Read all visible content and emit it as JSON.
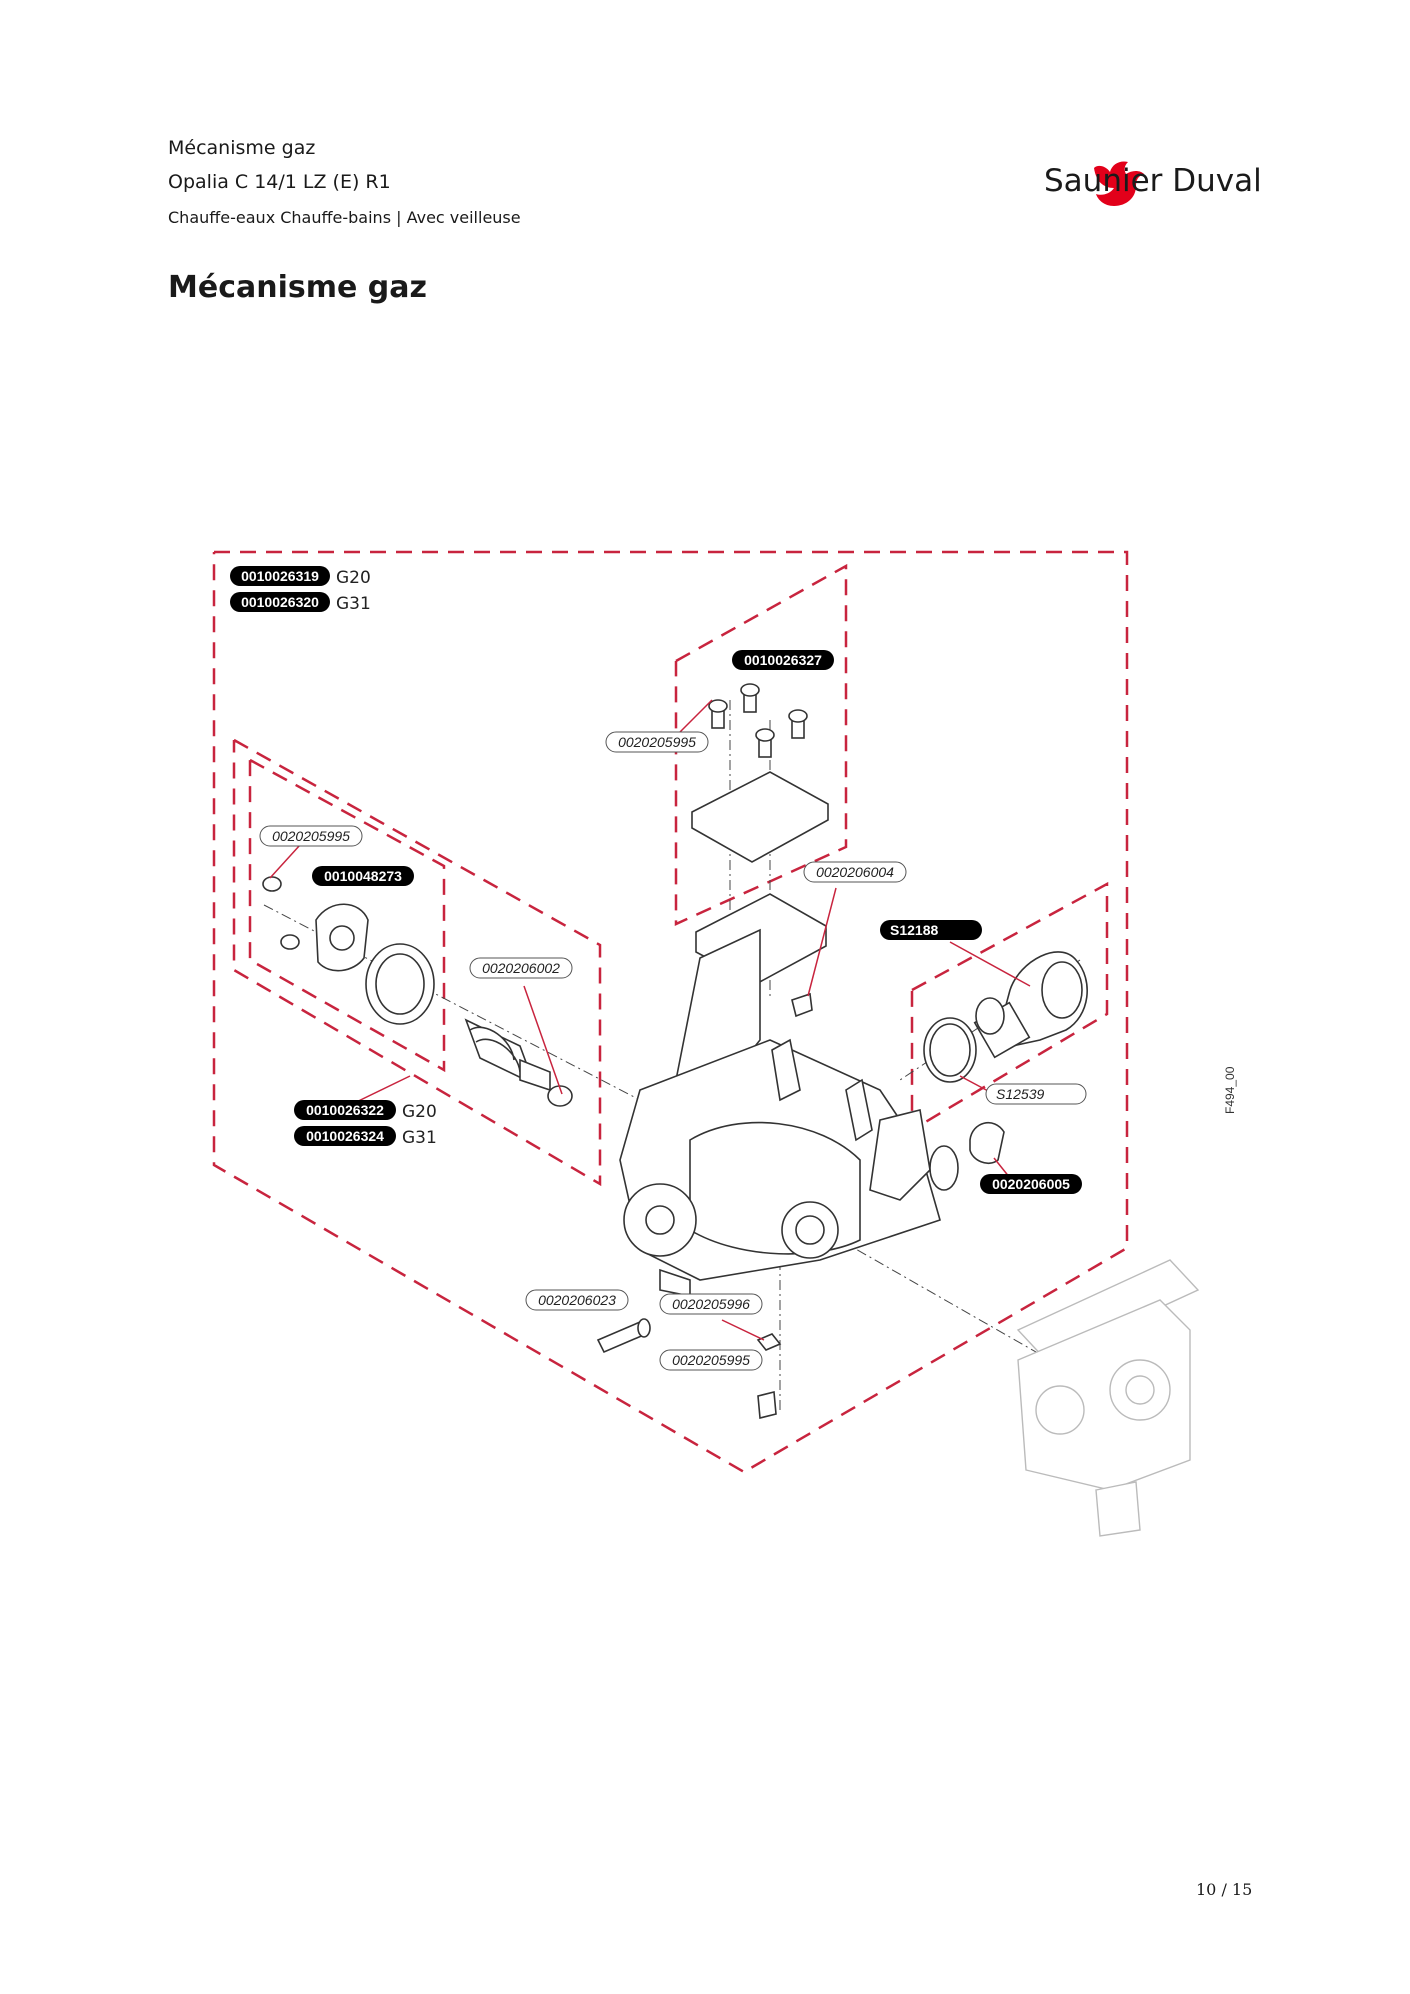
{
  "header": {
    "title": "Mécanisme gaz",
    "model": "Opalia C 14/1 LZ (E) R1",
    "category": "Chauffe-eaux Chauffe-bains | Avec veilleuse"
  },
  "brand": {
    "name": "Saunier Duval",
    "color": "#e2001a"
  },
  "section_title": "Mécanisme gaz",
  "diagram": {
    "figure_id": "F494_00",
    "kits": {
      "main": [
        {
          "ref": "0010026319",
          "variant": "G20"
        },
        {
          "ref": "0010026320",
          "variant": "G31"
        }
      ],
      "valve_kit": [
        {
          "ref": "0010026322",
          "variant": "G20"
        },
        {
          "ref": "0010026324",
          "variant": "G31"
        }
      ]
    },
    "refs": {
      "top_kit": "0010026327",
      "screw_top": "0020205995",
      "screw_left": "0020205995",
      "cover_kit": "0010048273",
      "spring": "0020206002",
      "screw_mid": "0020206004",
      "outlet": "S12188",
      "oring": "S12539",
      "cap": "0020206005",
      "bolt": "0020206023",
      "washer": "0020205996",
      "screw_bottom": "0020205995"
    },
    "colors": {
      "kit_outline": "#c8243e",
      "label_filled": "#000000"
    }
  },
  "footer": {
    "page": "10 / 15"
  }
}
